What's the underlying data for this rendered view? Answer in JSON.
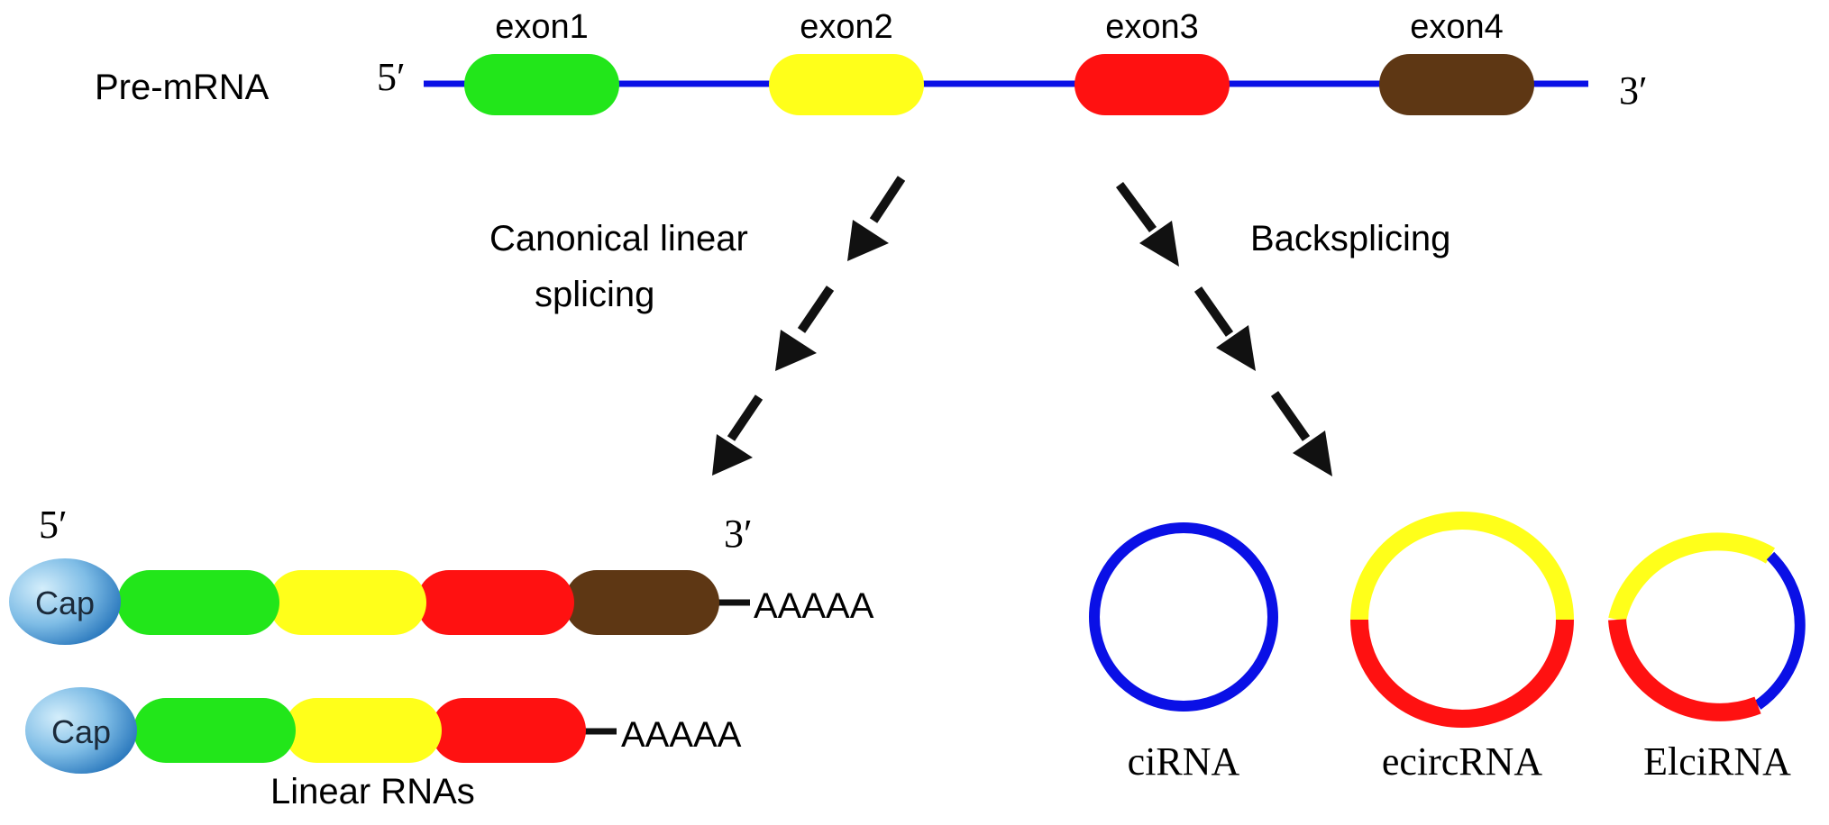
{
  "colors": {
    "strand": "#0a10e6",
    "exon1": "#22e61a",
    "exon2": "#ffff1a",
    "exon3": "#ff1111",
    "exon4": "#5e3714",
    "cap_light": "#bfe6f7",
    "cap_dark": "#2e7fc1",
    "arrow": "#111111"
  },
  "pre_mrna": {
    "label": "Pre-mRNA",
    "five_prime": "5′",
    "three_prime": "3′",
    "exons": [
      {
        "label": "exon1",
        "color_key": "exon1"
      },
      {
        "label": "exon2",
        "color_key": "exon2"
      },
      {
        "label": "exon3",
        "color_key": "exon3"
      },
      {
        "label": "exon4",
        "color_key": "exon4"
      }
    ]
  },
  "pathways": {
    "canonical_line1": "Canonical linear",
    "canonical_line2": "splicing",
    "backsplicing": "Backsplicing"
  },
  "linear": {
    "five_prime": "5′",
    "three_prime": "3′",
    "cap_label": "Cap",
    "polya": "AAAAA",
    "caption": "Linear RNAs",
    "rows": [
      {
        "exons": [
          "exon1",
          "exon2",
          "exon3",
          "exon4"
        ]
      },
      {
        "exons": [
          "exon1",
          "exon2",
          "exon3"
        ]
      }
    ]
  },
  "circular": [
    {
      "label": "ciRNA",
      "composition": "intron"
    },
    {
      "label": "ecircRNA",
      "composition": "exon2 + exon3"
    },
    {
      "label": "ElciRNA",
      "composition": "exon2 + intron + exon3"
    }
  ]
}
